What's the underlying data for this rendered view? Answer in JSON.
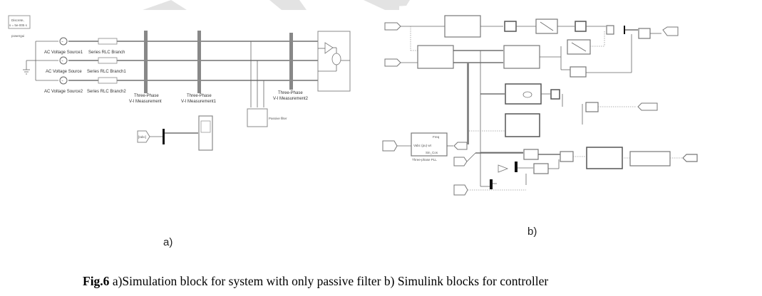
{
  "figure": {
    "caption_prefix": "Fig.6",
    "caption_text": " a)Simulation block for system with only passive filter b) Simulink blocks for controller"
  },
  "panel_a": {
    "label": "a)",
    "powergui": {
      "line1": "Discrete,",
      "line2": "s = 5e-005 s",
      "name": "powergui"
    },
    "sources": [
      "AC Voltage Source1",
      "AC Voltage Source",
      "AC Voltage Source2"
    ],
    "rlc_branches": [
      "Series RLC Branch",
      "Series RLC Branch1",
      "Series RLC Branch2"
    ],
    "measurements": [
      {
        "line1": "Three-Phase",
        "line2": "V-I Measurement"
      },
      {
        "line1": "Three-Phase",
        "line2": "V-I Measurement1"
      },
      {
        "line1": "Three-Phase",
        "line2": "V-I Measurement2"
      }
    ],
    "passive_filter": "Passive filter",
    "goto_tag": "[Iabc]"
  },
  "panel_b": {
    "label": "b)",
    "blocks": {
      "pll": "Three-phase PLL",
      "pll_ports": [
        "Freq",
        "Vabc (pu)  wt",
        "Sin_Cos"
      ]
    }
  }
}
